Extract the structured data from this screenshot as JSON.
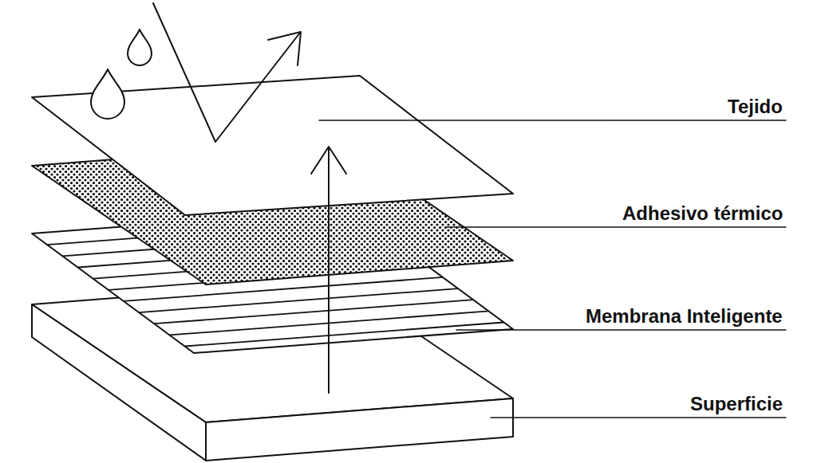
{
  "diagram": {
    "labels": [
      "Tejido",
      "Adhesivo térmico",
      "Membrana Inteligente",
      "Superficie"
    ]
  }
}
